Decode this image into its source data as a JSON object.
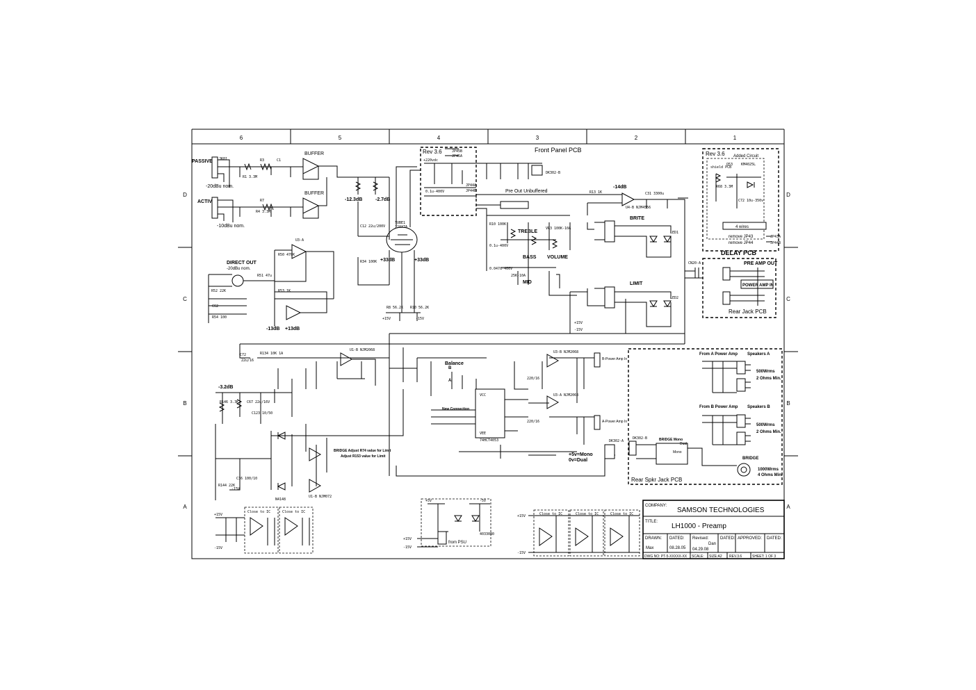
{
  "border": {
    "columns": [
      "6",
      "5",
      "4",
      "3",
      "2",
      "1"
    ],
    "rows": [
      "D",
      "C",
      "B",
      "A"
    ]
  },
  "blocks": {
    "front_panel": "Front Panel PCB",
    "rev36_top": "Rev 3.6",
    "delay_pcb": "DELAY PCB",
    "delay_rev": "Rev 3.6",
    "delay_added": "Added Circuit",
    "delay_4wires": "4 wires",
    "delay_remove1": "remove JP43",
    "delay_remove2": "remove JP44",
    "rear_jack": "Rear Jack PCB",
    "pre_amp_out": "PRE AMP OUT",
    "power_amp_in": "POWER AMP IN",
    "rear_spkr": "Rear Spkr Jack PCB"
  },
  "labels": {
    "passive": "PASSIVE",
    "active": "ACTIVE",
    "buffer1": "BUFFER",
    "buffer2": "BUFFER",
    "nom20": "-20dBu nom.",
    "nom10": "-10dBu nom.",
    "direct_out": "DIRECT OUT",
    "direct_nom": "-20dBu nom.",
    "db_m12_3": "-12.3dB",
    "db_m2_7": "-2.7dB",
    "db_33a": "+33dB",
    "db_33b": "+33dB",
    "db_m14": "-14dB",
    "db_m13": "-13dB",
    "db_13": "+13dB",
    "db_m3_2": "-3.2dB",
    "pre_out_unbuffered": "Pre Out Unbuffered",
    "treble": "TREBLE",
    "bass": "BASS",
    "mid": "MID",
    "volume": "VOLUME",
    "brite": "BRITE",
    "limit": "LIMIT",
    "balance": "Balance",
    "new_connection": "New Connection",
    "mono_dual": "+5v=Mono",
    "mono_dual2": "0v=Dual",
    "from_psu": "from PSU",
    "bridge_adjust1": "BRIDGE Adjust R74 value for Limit",
    "bridge_adjust2": "Adjust R153 value for Limit",
    "b_power_amp_in": "B-Power Amp In",
    "a_power_amp_in": "A-Power Amp In",
    "from_a": "From A Power Amp",
    "speakers_a": "Speakers A",
    "w500_a": "500Wrms",
    "ohms_a": "2 Ohms Min.",
    "from_b": "From B Power Amp",
    "speakers_b": "Speakers B",
    "w500_b": "500Wrms",
    "ohms_b": "2 Ohms Min.",
    "bridge": "BRIDGE",
    "w1000": "1000Wrms",
    "ohms4": "4 Ohms Min.",
    "bridge_mono": "BRIDGE Mono",
    "dual": "Dual",
    "mono": "Mono"
  },
  "title_block": {
    "company_label": "COMPANY:",
    "company": "SAMSON TECHNOLOGIES",
    "title_label": "TITLE:",
    "title": "LH1000 - Preamp",
    "drawn_label": "DRAWN:",
    "drawn_by": "Max",
    "dated_label": "DATED:",
    "dated": "08.28.05",
    "revised_label": "Revised:",
    "revised_by": "Dan",
    "revised_date": "04.29.08",
    "dated2_label": "DATED:",
    "approved_label": "APPROVED:",
    "dated3_label": "DATED:",
    "dwg_no": "DWG NO: PT-5-XXXXX-XX",
    "scale": "SCALE:",
    "size": "SIZE:A2",
    "rev": "REV.3.6",
    "sheet": "SHEET: 1 OF 3"
  },
  "colors": {
    "ink": "#000000",
    "paper": "#ffffff"
  }
}
